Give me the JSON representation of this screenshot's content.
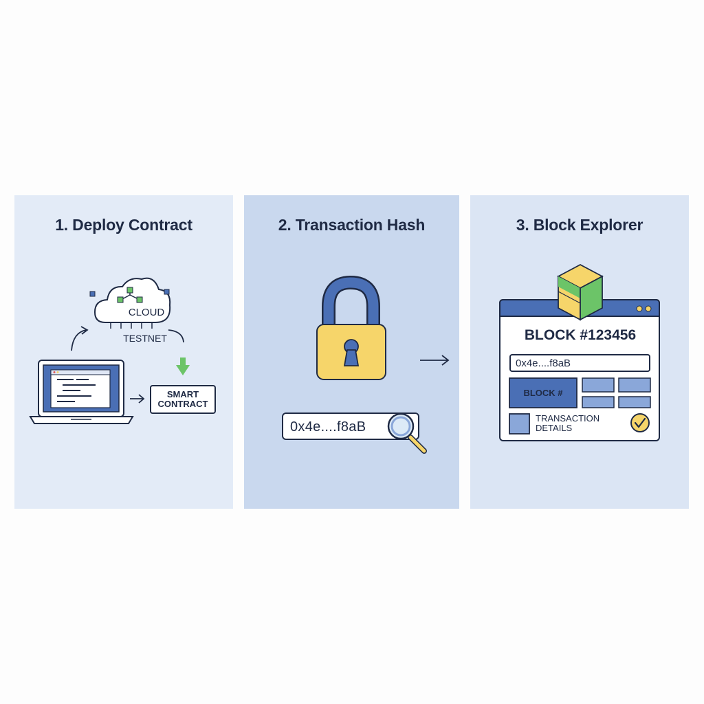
{
  "panels": [
    {
      "title": "1. Deploy Contract"
    },
    {
      "title": "2. Transaction Hash"
    },
    {
      "title": "3. Block Explorer"
    }
  ],
  "deploy": {
    "cloud_label": "CLOUD",
    "testnet_label": "TESTNET",
    "smart_contract_label": "SMART\nCONTRACT"
  },
  "transaction": {
    "hash": "0x4e....f8aB"
  },
  "explorer": {
    "block_title": "BLOCK #123456",
    "hash": "0x4e....f8aB",
    "block_button_label": "BLOCK #",
    "transaction_details_label": "TRANSACTION\nDETAILS"
  },
  "colors": {
    "dark": "#1f2a44",
    "blue": "#4a6fb5",
    "light_blue": "#8aa7d9",
    "yellow": "#f6d56a",
    "green": "#6cc468"
  }
}
